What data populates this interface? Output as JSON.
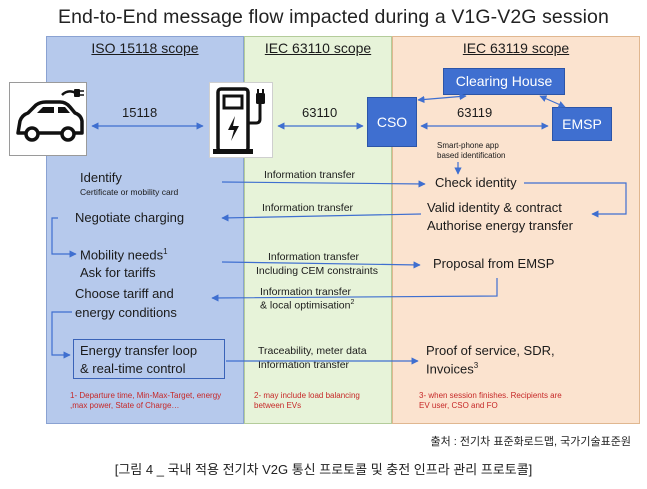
{
  "title": "End-to-End message flow impacted during a V1G-V2G session",
  "columns": {
    "iso": "ISO 15118 scope",
    "iec63110": "IEC 63110 scope",
    "iec63119": "IEC 63119  scope"
  },
  "icons": {
    "car": "electric-car-icon",
    "charger": "ev-charger-icon"
  },
  "entities": {
    "clearing_house": "Clearing House",
    "cso": "CSO",
    "emsp": "EMSP"
  },
  "protocols": {
    "p15118": "15118",
    "p63110": "63110",
    "p63119": "63119"
  },
  "smartphone_note": [
    "Smart-phone app",
    "based identification"
  ],
  "left_steps": {
    "identify": "Identify",
    "identify_sub": "Certificate or mobility card",
    "negotiate": "Negotiate charging",
    "mobility_needs": "Mobility needs",
    "mobility_sup": "1",
    "ask_tariffs": "Ask for tariffs",
    "choose_tariff": "Choose tariff and",
    "energy_conditions": "energy conditions",
    "transfer_loop": "Energy transfer loop",
    "realtime": "& real-time control"
  },
  "mid_labels": {
    "info1": "Information transfer",
    "info2": "Information transfer",
    "info3a": "Information transfer",
    "info3b": "Including CEM constraints",
    "info4a": "Information transfer",
    "info4b": "& local optimisation",
    "info4_sup": "2",
    "trace": "Traceability, meter data",
    "info5": "Information transfer"
  },
  "right_steps": {
    "check": "Check identity",
    "valid": "Valid identity & contract",
    "authorise": "Authorise energy transfer",
    "proposal": "Proposal from  EMSP",
    "proof": "Proof of service, SDR,",
    "invoices": "Invoices",
    "invoices_sup": "3"
  },
  "notes": {
    "n1": "1- Departure time, Min-Max-Target, energy ,max power, State of Charge…",
    "n2": "2- may include load balancing between EVs",
    "n3": "3- when session finishes. Recipients are EV user, CSO and FO"
  },
  "colors": {
    "iso_bg": "#b6c9ec",
    "iec63110_bg": "#e7f3d9",
    "iec63119_bg": "#fbe3cf",
    "entity_blue": "#3f6fd0",
    "arrow_blue": "#3f6fd0",
    "note_red": "#c62828"
  },
  "source": "출처 : 전기차 표준화로드맵, 국가기술표준원",
  "caption": "[그림 4 _ 국내 적용 전기차 V2G 통신 프로토콜 및 충전 인프라 관리 프로토콜]"
}
